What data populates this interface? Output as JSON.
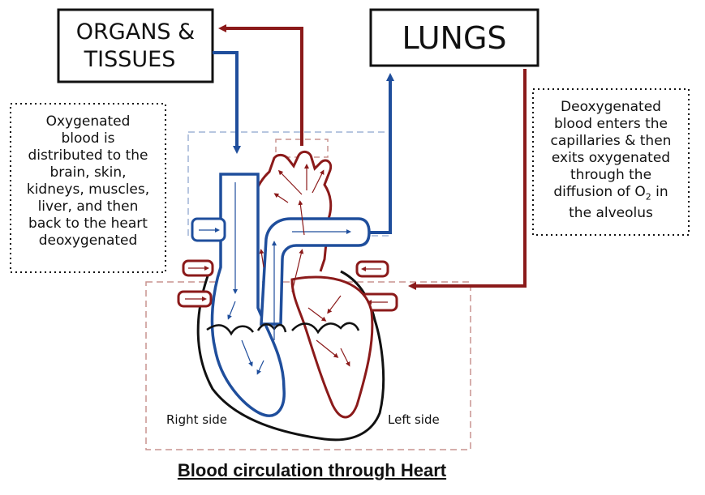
{
  "organs_box": {
    "line1": "ORGANS &",
    "line2": "TISSUES"
  },
  "lungs_box": {
    "label": "LUNGS"
  },
  "left_note": {
    "lines": [
      "Oxygenated",
      "blood is",
      "distributed to the",
      "brain, skin,",
      "kidneys, muscles,",
      "liver, and then",
      "back to the heart",
      "deoxygenated"
    ]
  },
  "right_note": {
    "line1": "Deoxygenated",
    "line2": "blood enters the",
    "line3": "capillaries & then",
    "line4": "exits oxygenated",
    "line5": "through the",
    "line6_prefix": "diffusion of O",
    "line6_sub": "2",
    "line6_suffix": " in",
    "line7": "the alveolus"
  },
  "labels": {
    "right_side": "Right side",
    "left_side": "Left side"
  },
  "title": "Blood circulation through Heart",
  "colors": {
    "deoxygenated": "#1f4e9c",
    "oxygenated": "#8b1a1a",
    "outline": "#111111",
    "dashed_blue": "#9fb3d6",
    "dashed_red": "#c9938f"
  }
}
